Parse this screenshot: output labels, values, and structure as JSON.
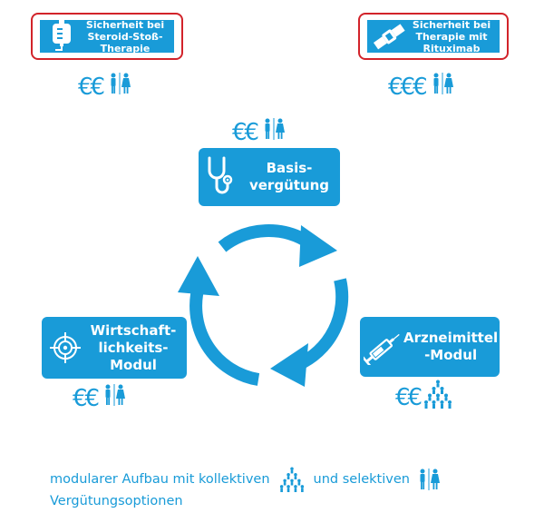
{
  "safety_boxes": {
    "steroid": {
      "label": "Sicherheit bei\nSteroid-Stoß-\nTherapie",
      "icon": "iv-bag-icon",
      "cost": "€€"
    },
    "rituximab": {
      "label": "Sicherheit bei\nTherapie mit\nRituximab",
      "icon": "seatbelt-icon",
      "cost": "€€€"
    }
  },
  "modules": {
    "basis": {
      "label": "Basis-\nvergütung",
      "icon": "stethoscope-icon",
      "cost": "€€"
    },
    "arznei": {
      "label": "Arzneimittel\n-Modul",
      "icon": "syringe-icon",
      "cost": "€€"
    },
    "wirtschaft": {
      "label": "Wirtschaft-\nlichkeits-\nModul",
      "icon": "target-icon",
      "cost": "€€"
    }
  },
  "footer": {
    "part1": "modularer Aufbau mit kollektiven",
    "part2": "und selektiven",
    "part3": "Vergütungsoptionen"
  },
  "colors": {
    "accent": "#199bd8",
    "alert": "#d2232a"
  }
}
